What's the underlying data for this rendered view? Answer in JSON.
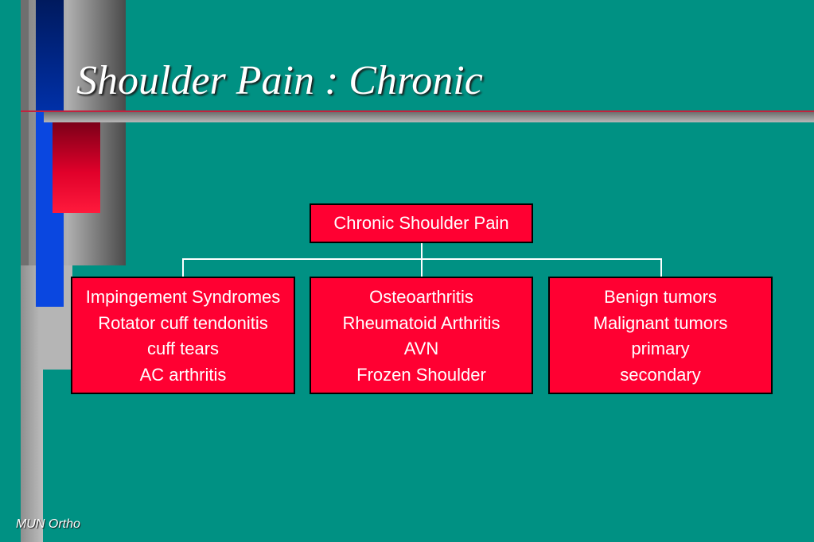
{
  "slide": {
    "title": "Shoulder Pain : Chronic",
    "footer": "MUN Ortho"
  },
  "diagram": {
    "root": "Chronic Shoulder Pain",
    "children": [
      {
        "lines": [
          "Impingement Syndromes",
          "Rotator cuff tendonitis",
          "cuff tears",
          "AC arthritis"
        ]
      },
      {
        "lines": [
          "Osteoarthritis",
          "Rheumatoid Arthritis",
          "AVN",
          "Frozen Shoulder"
        ]
      },
      {
        "lines": [
          "Benign tumors",
          "Malignant tumors",
          "primary",
          "secondary"
        ]
      }
    ]
  },
  "colors": {
    "background": "#009183",
    "node_fill": "#ff0032",
    "node_border": "#000000",
    "connector": "#ffffff",
    "accent_red": "#c2223e",
    "accent_blue": "#0a47e0"
  }
}
